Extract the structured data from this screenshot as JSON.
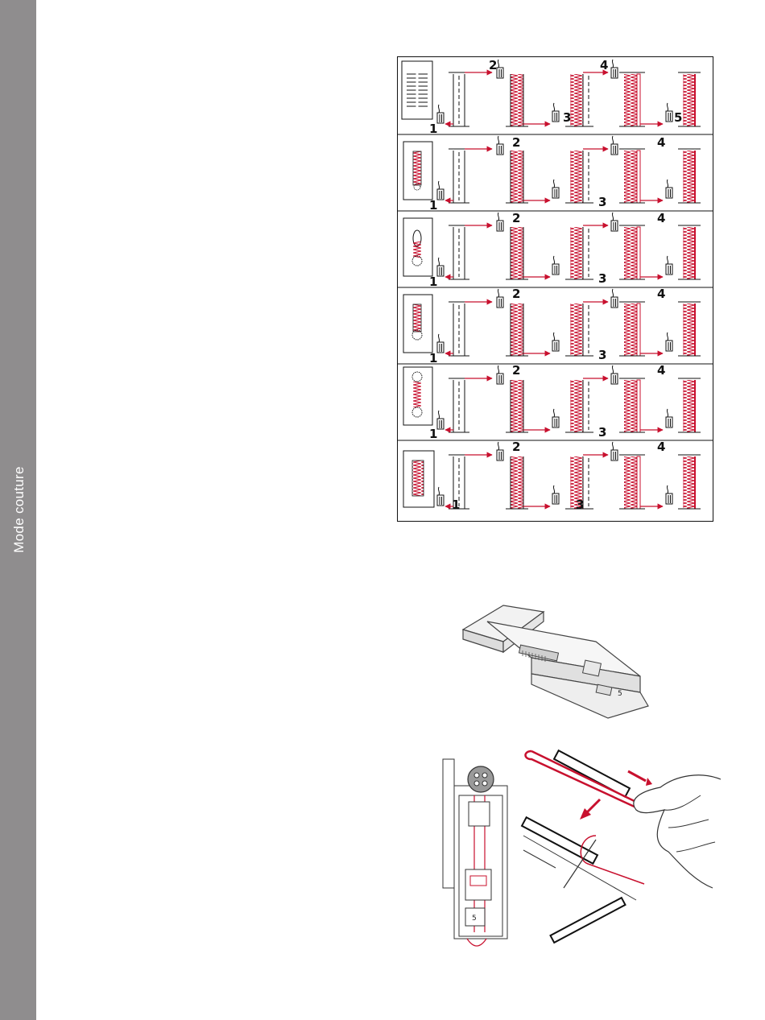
{
  "sidebar": {
    "label": "Mode couture"
  },
  "buttonhole_steps": [
    {
      "id": "row1",
      "labels": [
        "1",
        "2",
        "3",
        "4",
        "5"
      ]
    },
    {
      "id": "row2",
      "labels": [
        "1",
        "2",
        "3",
        "4"
      ]
    },
    {
      "id": "row3",
      "labels": [
        "1",
        "2",
        "3",
        "4"
      ]
    },
    {
      "id": "row4",
      "labels": [
        "1",
        "2",
        "3",
        "4"
      ]
    },
    {
      "id": "row5",
      "labels": [
        "1",
        "2",
        "3",
        "4"
      ]
    },
    {
      "id": "row6",
      "labels": [
        "1",
        "2",
        "3",
        "4"
      ]
    }
  ],
  "presser_foot": {
    "number": "5"
  },
  "colors": {
    "accent": "#c8102e",
    "sidebar": "#8f8d8e",
    "line": "#111111"
  }
}
